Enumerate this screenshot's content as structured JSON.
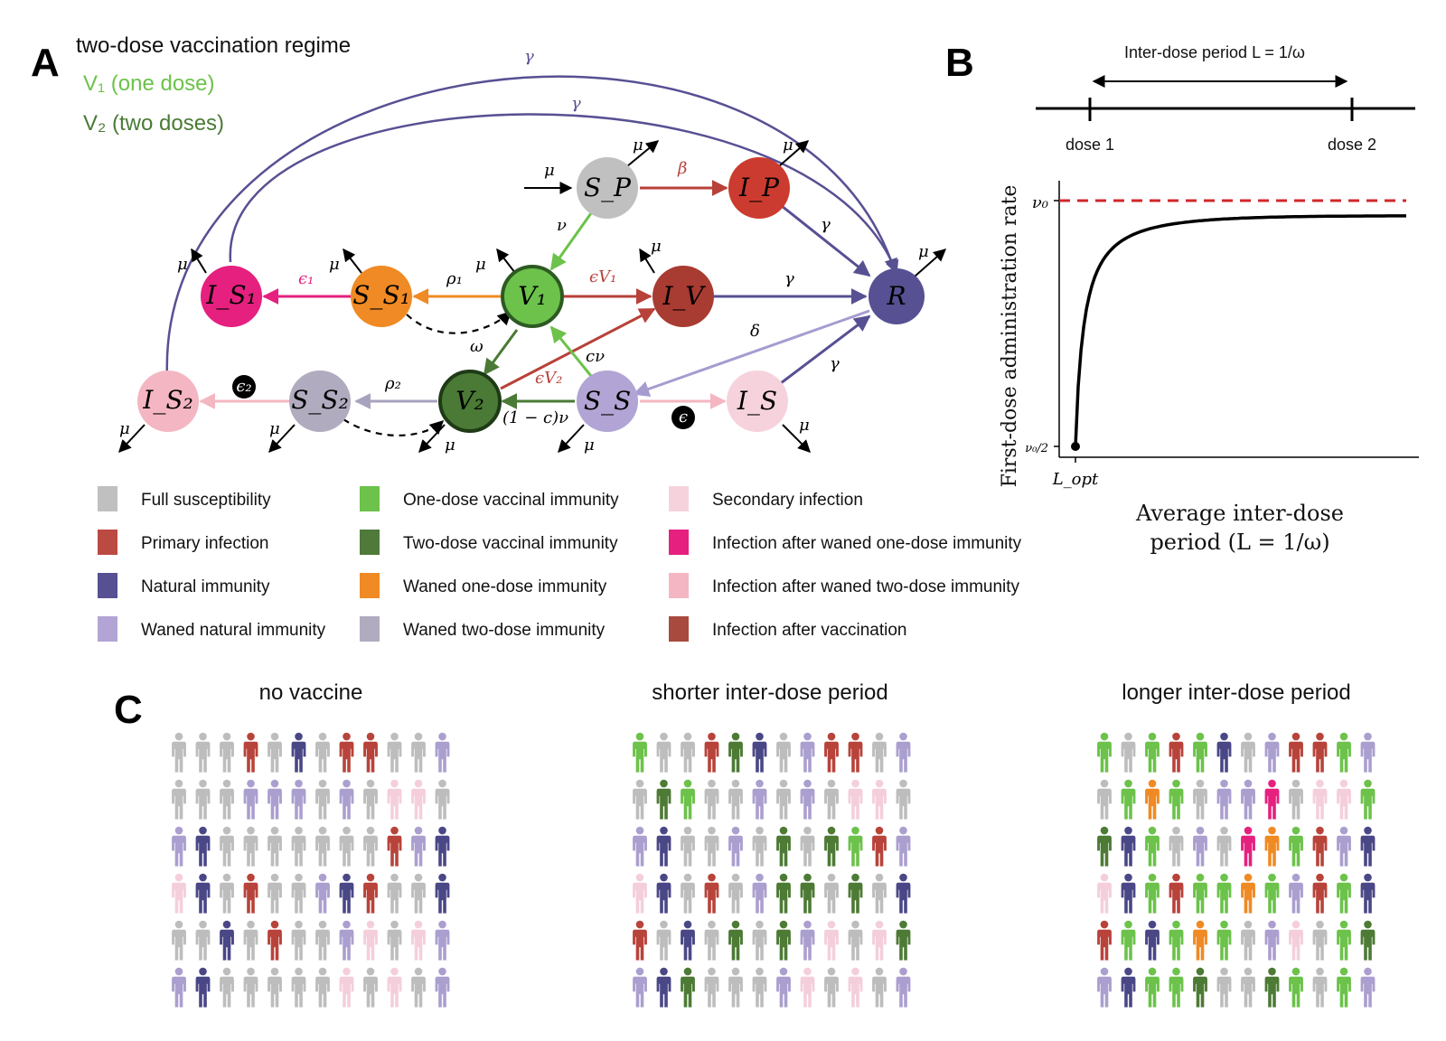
{
  "panels": {
    "a_letter": "A",
    "b_letter": "B",
    "c_letter": "C"
  },
  "panel_a": {
    "regime_title": "two-dose vaccination regime",
    "v1_legend": "V₁ (one dose)",
    "v2_legend": "V₂ (two doses)",
    "nodes": [
      {
        "id": "SP",
        "label": "S_P",
        "color": "#c0c0c0"
      },
      {
        "id": "IP",
        "label": "I_P",
        "color": "#cc3b2f"
      },
      {
        "id": "IS1",
        "label": "I_S₁",
        "color": "#e5207f"
      },
      {
        "id": "SS1",
        "label": "S_S₁",
        "color": "#f08a24"
      },
      {
        "id": "V1",
        "label": "V₁",
        "color": "#6cc24a"
      },
      {
        "id": "IV",
        "label": "I_V",
        "color": "#a83b32"
      },
      {
        "id": "R",
        "label": "R",
        "color": "#575093"
      },
      {
        "id": "IS2",
        "label": "I_S₂",
        "color": "#f4b6c2"
      },
      {
        "id": "SS2",
        "label": "S_S₂",
        "color": "#b1abbf"
      },
      {
        "id": "V2",
        "label": "V₂",
        "color": "#4a7a35"
      },
      {
        "id": "SS",
        "label": "S_S",
        "color": "#b2a4d4"
      },
      {
        "id": "IS",
        "label": "I_S",
        "color": "#f6d3dc"
      }
    ],
    "rates": {
      "gamma": "γ",
      "mu": "μ",
      "beta": "β",
      "nu": "ν",
      "rho1": "ρ₁",
      "rho2": "ρ₂",
      "eps1": "ϵ₁",
      "eps2": "ϵ₂",
      "eps": "ϵ",
      "epsV1": "ϵV₁",
      "epsV2": "ϵV₂",
      "omega": "ω",
      "delta": "δ",
      "cnu": "cν",
      "one_minus_c_nu": "(1 − c)ν"
    },
    "legend": [
      {
        "label": "Full susceptibility",
        "color": "#c0c0c0"
      },
      {
        "label": "Primary infection",
        "color": "#bb4a42"
      },
      {
        "label": "Natural immunity",
        "color": "#575093"
      },
      {
        "label": "Waned natural immunity",
        "color": "#b2a4d4"
      },
      {
        "label": "One-dose vaccinal immunity",
        "color": "#6cc24a"
      },
      {
        "label": "Two-dose vaccinal immunity",
        "color": "#4f7a3a"
      },
      {
        "label": "Waned one-dose immunity",
        "color": "#f08a24"
      },
      {
        "label": "Waned two-dose immunity",
        "color": "#b1abbf"
      },
      {
        "label": "Secondary infection",
        "color": "#f6d3dc"
      },
      {
        "label": "Infection after waned one-dose immunity",
        "color": "#e5207f"
      },
      {
        "label": "Infection after waned two-dose immunity",
        "color": "#f4b6c2"
      },
      {
        "label": "Infection after vaccination",
        "color": "#a84a3e"
      }
    ]
  },
  "panel_b": {
    "interdose_label": "Inter-dose period L = 1/ω",
    "dose1": "dose 1",
    "dose2": "dose 2",
    "ylabel": "First-dose administration rate",
    "xlabel_line1": "Average inter-dose",
    "xlabel_line2": "period (L = 1/ω)",
    "ytick_top": "ν₀",
    "ytick_bottom": "ν₀/2",
    "xtick": "L_opt",
    "dashed_color": "#d0272c"
  },
  "panel_c": {
    "titles": [
      "no vaccine",
      "shorter inter-dose period",
      "longer inter-dose period"
    ],
    "palette": {
      "g": "#bdbdbd",
      "r": "#b8433a",
      "n": "#4a4787",
      "l": "#ab9fcf",
      "p": "#f4cfdb",
      "V": "#6cc24a",
      "D": "#4d7a35",
      "o": "#f08a24",
      "m": "#e5207f"
    },
    "grids": [
      [
        "gggrgngrrggl",
        "ggglllglgppg",
        "lngggggggrln",
        "pngrgglnrggn",
        "ggngrgglpgpl",
        "lngggggpgpgl"
      ],
      [
        "Vggrdnglrrgl",
        "gdVgglglgppg",
        "lngglgdgdVrl",
        "pngrglddgdgn",
        "rgngdgdlpgpd",
        "lndggglpgpgl"
      ],
      [
        "VgVrVnglrrVl",
        "gVoVgllmgppV",
        "dnVglgmoVrln",
        "pnVrVVoVlrVn",
        "rVnVoVglpgVd",
        "lnVVdggdVgVl"
      ]
    ]
  }
}
